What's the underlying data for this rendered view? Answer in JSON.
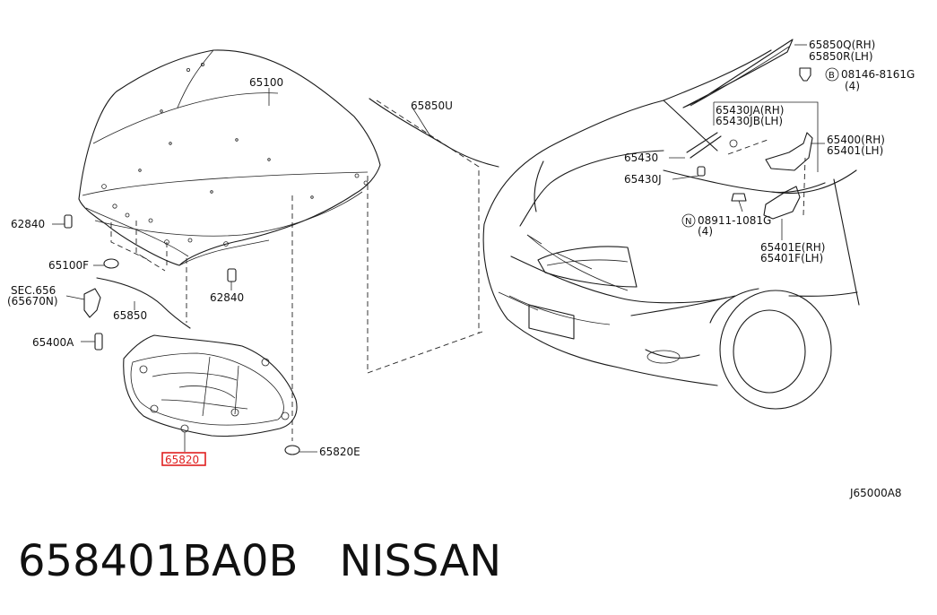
{
  "labels": {
    "hood": "65100",
    "bracket_62840_left": "62840",
    "bracket_62840_mid": "62840",
    "stopper": "65100F",
    "sec_656": "SEC.656",
    "sec_656_ref": "(65670N)",
    "rod": "65850",
    "bolt": "65400A",
    "insulator": "65820",
    "clip": "65820E",
    "weatherstrip": "65850U",
    "seal_rh": "65850Q(RH)",
    "seal_lh": "65850R(LH)",
    "bolt_b": "08146-8161G",
    "bolt_b_qty": "(4)",
    "stay_rh": "65430JA(RH)",
    "stay_lh": "65430JB(LH)",
    "stay": "65430",
    "stay_j": "65430J",
    "hinge_rh": "65400(RH)",
    "hinge_lh": "65401(LH)",
    "nut_n": "08911-1081G",
    "nut_n_qty": "(4)",
    "hinge_e_rh": "65401E(RH)",
    "hinge_f_lh": "65401F(LH)",
    "figure_code": "J65000A8",
    "symbol_b": "B",
    "symbol_n": "N"
  },
  "caption": {
    "part_number": "658401BA0B",
    "brand": "NISSAN"
  },
  "colors": {
    "highlight": "#e02020",
    "line": "#1a1a1a"
  }
}
